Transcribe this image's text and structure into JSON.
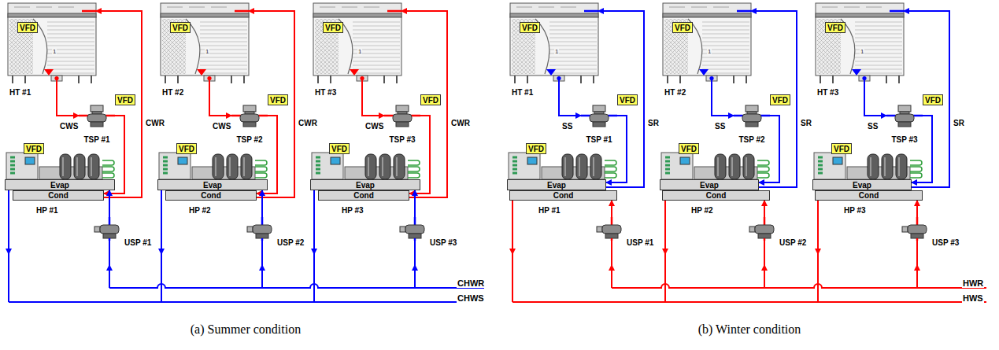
{
  "diagram": {
    "nodes": [
      {
        "text": [
          "HT #1"
        ]
      },
      {
        "text": [
          "VFD"
        ],
        "in": 0
      },
      {
        "text": [
          "TSP #1"
        ]
      },
      {
        "text": [
          "VFD"
        ]
      },
      {
        "text": [
          "HP #1"
        ]
      },
      {
        "text": [
          "VFD"
        ],
        "in": 4
      },
      {
        "text": [
          "Evap"
        ],
        "in": 4
      },
      {
        "text": [
          "Cond"
        ],
        "in": 4
      },
      {
        "text": [
          "USP #1"
        ]
      },
      {
        "text": [
          "HT #2"
        ]
      },
      {
        "text": [
          "VFD"
        ],
        "in": 9
      },
      {
        "text": [
          "TSP #2"
        ]
      },
      {
        "text": [
          "VFD"
        ]
      },
      {
        "text": [
          "HP #2"
        ]
      },
      {
        "text": [
          "VFD"
        ],
        "in": 13
      },
      {
        "text": [
          "Evap"
        ],
        "in": 13
      },
      {
        "text": [
          "Cond"
        ],
        "in": 13
      },
      {
        "text": [
          "USP #2"
        ]
      },
      {
        "text": [
          "HT #3"
        ]
      },
      {
        "text": [
          "VFD"
        ],
        "in": 18
      },
      {
        "text": [
          "TSP #3"
        ]
      },
      {
        "text": [
          "VFD"
        ]
      },
      {
        "text": [
          "HP #3"
        ]
      },
      {
        "text": [
          "VFD"
        ],
        "in": 22
      },
      {
        "text": [
          "Evap"
        ],
        "in": 22
      },
      {
        "text": [
          "Cond"
        ],
        "in": 22
      },
      {
        "text": [
          "USP #3"
        ]
      },
      {
        "text": [
          "HT #1"
        ]
      },
      {
        "text": [
          "VFD"
        ],
        "in": 27
      },
      {
        "text": [
          "TSP #1"
        ]
      },
      {
        "text": [
          "VFD"
        ]
      },
      {
        "text": [
          "HP #1"
        ]
      },
      {
        "text": [
          "VFD"
        ],
        "in": 31
      },
      {
        "text": [
          "Evap"
        ],
        "in": 31
      },
      {
        "text": [
          "Cond"
        ],
        "in": 31
      },
      {
        "text": [
          "USP #1"
        ]
      },
      {
        "text": [
          "HT #2"
        ]
      },
      {
        "text": [
          "VFD"
        ],
        "in": 36
      },
      {
        "text": [
          "TSP #2"
        ]
      },
      {
        "text": [
          "VFD"
        ]
      },
      {
        "text": [
          "HP #2"
        ]
      },
      {
        "text": [
          "VFD"
        ],
        "in": 40
      },
      {
        "text": [
          "Evap"
        ],
        "in": 40
      },
      {
        "text": [
          "Cond"
        ],
        "in": 40
      },
      {
        "text": [
          "USP #2"
        ]
      },
      {
        "text": [
          "HT #3"
        ]
      },
      {
        "text": [
          "VFD"
        ],
        "in": 45
      },
      {
        "text": [
          "TSP #3"
        ]
      },
      {
        "text": [
          "VFD"
        ]
      },
      {
        "text": [
          "HP #3"
        ]
      },
      {
        "text": [
          "VFD"
        ],
        "in": 49
      },
      {
        "text": [
          "Evap"
        ],
        "in": 49
      },
      {
        "text": [
          "Cond"
        ],
        "in": 49
      },
      {
        "text": [
          "USP #3"
        ]
      }
    ],
    "edges": [
      {
        "from": 0,
        "to": 2,
        "label": "CWS",
        "arrow": "to"
      },
      {
        "from": 2,
        "to": 7,
        "arrow": "to"
      },
      {
        "from": 7,
        "to": 0,
        "label": "CWR",
        "arrow": "to"
      },
      {
        "from": 8,
        "to": 6,
        "arrow": "to"
      },
      {
        "from": 9,
        "to": 11,
        "label": "CWS",
        "arrow": "to"
      },
      {
        "from": 11,
        "to": 16,
        "arrow": "to"
      },
      {
        "from": 16,
        "to": 9,
        "label": "CWR",
        "arrow": "to"
      },
      {
        "from": 17,
        "to": 15,
        "arrow": "to"
      },
      {
        "from": 18,
        "to": 20,
        "label": "CWS",
        "arrow": "to"
      },
      {
        "from": 20,
        "to": 25,
        "arrow": "to"
      },
      {
        "from": 25,
        "to": 18,
        "label": "CWR",
        "arrow": "to"
      },
      {
        "from": 26,
        "to": 24,
        "arrow": "to"
      },
      {
        "from": 27,
        "to": 29,
        "label": "SS",
        "arrow": "to"
      },
      {
        "from": 29,
        "to": 33,
        "arrow": "to"
      },
      {
        "from": 33,
        "to": 27,
        "label": "SR",
        "arrow": "to"
      },
      {
        "from": 35,
        "to": 34,
        "arrow": "to"
      },
      {
        "from": 36,
        "to": 38,
        "label": "SS",
        "arrow": "to"
      },
      {
        "from": 38,
        "to": 42,
        "arrow": "to"
      },
      {
        "from": 42,
        "to": 36,
        "label": "SR",
        "arrow": "to"
      },
      {
        "from": 44,
        "to": 43,
        "arrow": "to"
      },
      {
        "from": 45,
        "to": 47,
        "label": "SS",
        "arrow": "to"
      },
      {
        "from": 47,
        "to": 51,
        "arrow": "to"
      },
      {
        "from": 51,
        "to": 45,
        "label": "SR",
        "arrow": "to"
      },
      {
        "from": 53,
        "to": 52,
        "arrow": "to"
      }
    ],
    "labels": [
      "1",
      "1",
      "1",
      "1",
      "1",
      "1",
      "CHWR",
      "CHWS",
      "HWR",
      "HWS",
      "(a) Summer condition",
      "(b) Winter condition"
    ]
  }
}
